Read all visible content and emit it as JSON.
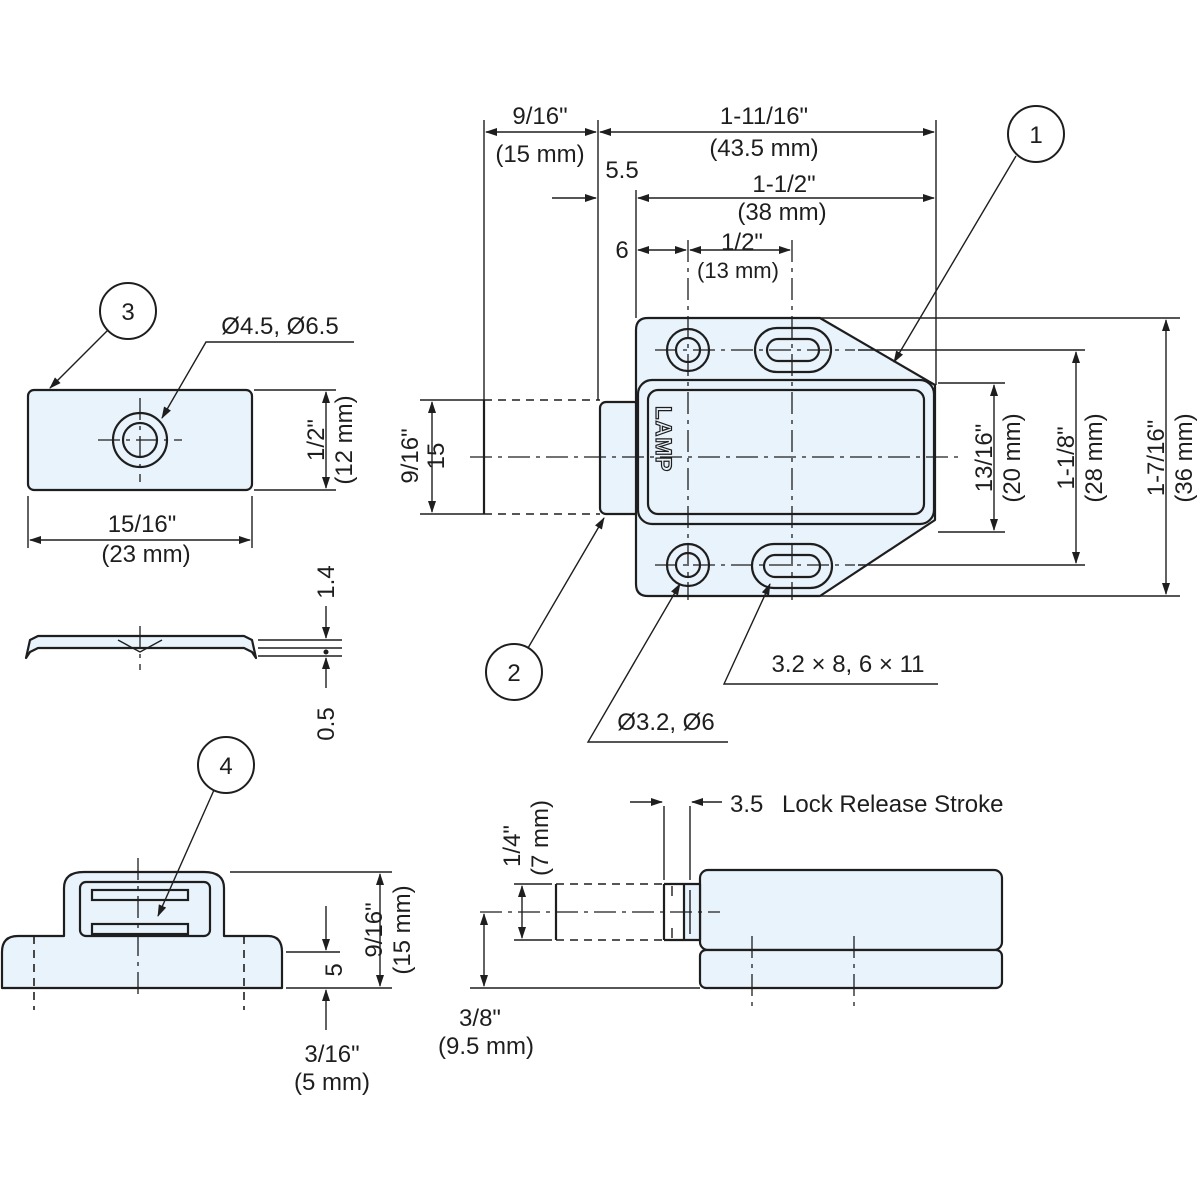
{
  "callouts": [
    "1",
    "2",
    "3",
    "4"
  ],
  "logo_text": "LAMP",
  "top_view": {
    "dim_total_in": "1-11/16\"",
    "dim_total_mm": "(43.5 mm)",
    "dim_plunger_in": "9/16\"",
    "dim_plunger_mm": "(15 mm)",
    "dim_offset": "5.5",
    "dim_holes_in": "1-1/2\"",
    "dim_holes_mm": "(38 mm)",
    "dim_hole_gap": "6",
    "dim_slot_in": "1/2\"",
    "dim_slot_mm": "(13 mm)",
    "dim_plunger_h_in": "9/16\"",
    "dim_plunger_h_mm": "15",
    "dim_body_h_in": "13/16\"",
    "dim_body_h_mm": "(20 mm)",
    "dim_hole_spacing_in": "1-1/8\"",
    "dim_hole_spacing_mm": "(28 mm)",
    "dim_overall_h_in": "1-7/16\"",
    "dim_overall_h_mm": "(36 mm)",
    "note_slots": "3.2 × 8, 6 × 11",
    "note_holes": "Ø3.2, Ø6"
  },
  "strike_plate": {
    "note_hole": "Ø4.5, Ø6.5",
    "dim_h_in": "1/2\"",
    "dim_h_mm": "(12 mm)",
    "dim_w_in": "15/16\"",
    "dim_w_mm": "(23 mm)",
    "dim_t1": "1.4",
    "dim_t2": "0.5"
  },
  "catch_view": {
    "dim_h_in": "9/16\"",
    "dim_h_mm": "(15 mm)",
    "dim_base": "5",
    "dim_base_in": "3/16\"",
    "dim_base_mm": "(5 mm)"
  },
  "side_view": {
    "stroke_value": "3.5",
    "stroke_label": "Lock Release Stroke",
    "dim_plunger_in": "1/4\"",
    "dim_plunger_mm": "(7 mm)",
    "dim_center_in": "3/8\"",
    "dim_center_mm": "(9.5 mm)"
  }
}
